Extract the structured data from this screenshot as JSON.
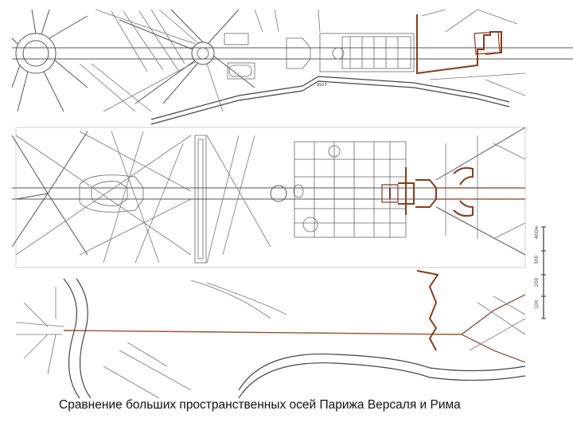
{
  "caption": "Сравнение больших пространственных осей Парижа Версаля и Рима",
  "scale": {
    "labels": [
      "100",
      "200",
      "300",
      "400м"
    ]
  },
  "road_label_top": "9923",
  "colors": {
    "line": "#555555",
    "axis": "#a0522d",
    "highlight": "#8b3a1a",
    "background": "#ffffff"
  }
}
